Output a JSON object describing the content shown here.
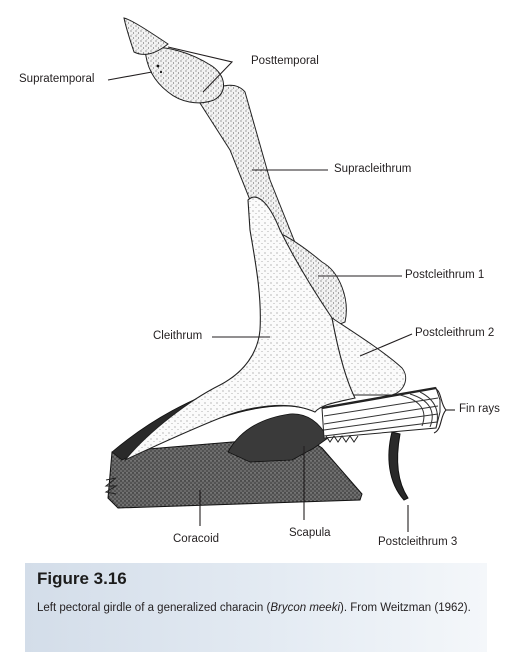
{
  "labels": {
    "supratemporal": "Supratemporal",
    "posttemporal": "Posttemporal",
    "supracleithrum": "Supracleithrum",
    "postcleithrum1": "Postcleithrum 1",
    "cleithrum": "Cleithrum",
    "postcleithrum2": "Postcleithrum 2",
    "fin_rays": "Fin rays",
    "coracoid": "Coracoid",
    "scapula": "Scapula",
    "postcleithrum3": "Postcleithrum 3"
  },
  "caption": {
    "title": "Figure 3.16",
    "text_before": "Left pectoral girdle of a generalized characin (",
    "species": "Brycon meeki",
    "text_after": "). From Weitzman (1962)."
  },
  "colors": {
    "ink": "#231f20",
    "caption_bg_left": "#d3dde9",
    "caption_bg_right": "#f4f7fa"
  }
}
